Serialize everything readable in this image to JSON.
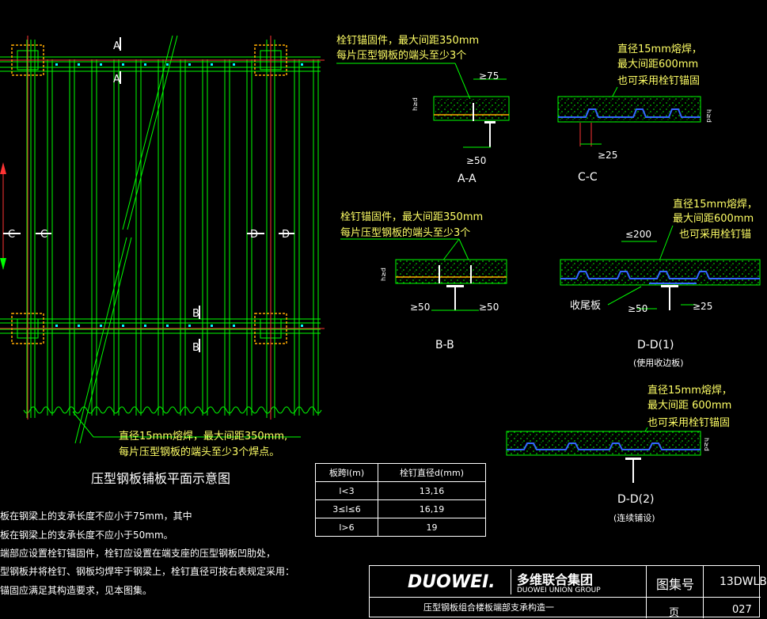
{
  "plan": {
    "title": "压型钢板铺板平面示意图",
    "section_marks": [
      "A",
      "A",
      "B",
      "B",
      "C",
      "C",
      "D",
      "D"
    ],
    "weld_note_1": "直径15mm熔焊，最大间距350mm,",
    "weld_note_2": "每片压型钢板的端头至少3个焊点。"
  },
  "sections": {
    "aa": {
      "title": "A-A",
      "note_1": "栓钉锚固件，最大间距350mm",
      "note_2": "每片压型钢板的端头至少3个",
      "dim_top": "≥75",
      "dim_bottom": "≥50"
    },
    "cc": {
      "title": "C-C",
      "note_1": "直径15mm熔焊，",
      "note_2": "最大间距600mm",
      "note_3": "也可采用栓钉锚固",
      "dim_bottom": "≥25"
    },
    "bb": {
      "title": "B-B",
      "note_1": "栓钉锚固件，最大间距350mm",
      "note_2": "每片压型钢板的端头至少3个",
      "dim_left": "≥50",
      "dim_right": "≥50"
    },
    "dd1": {
      "title": "D-D(1)",
      "subtitle": "(使用收边板)",
      "note_1": "直径15mm熔焊，",
      "note_2": "最大间距600mm",
      "note_3": "也可采用栓钉锚",
      "dim_top": "≤200",
      "label_trim": "收尾板",
      "dim_bottom_left": "≥50",
      "dim_bottom_right": "≥25"
    },
    "dd2": {
      "title": "D-D(2)",
      "subtitle": "(连续铺设)",
      "note_1": "直径15mm熔焊，",
      "note_2": "最大间距 600mm",
      "note_3": "也可采用栓钉锚固"
    }
  },
  "stud_table": {
    "headers": [
      "板跨l(m)",
      "栓钉直径d(mm)"
    ],
    "rows": [
      [
        "l<3",
        "13,16"
      ],
      [
        "3≤l≤6",
        "16,19"
      ],
      [
        "l>6",
        "19"
      ]
    ]
  },
  "notes": [
    "板在钢梁上的支承长度不应小于75mm，其中",
    "板在钢梁上的支承长度不应小于50mm。",
    "端部应设置栓钉锚固件，栓钉应设置在端支座的压型钢板凹肋处，",
    "型钢板并将栓钉、钢板均焊牢于钢梁上，栓钉直径可按右表规定采用：",
    "锚固应满足其构造要求，见本图集。"
  ],
  "title_block": {
    "logo_text": "DUOWEI.",
    "company_cn": "多维联合集团",
    "company_en": "DUOWEI UNION GROUP",
    "drawing_title": "压型钢板组合楼板端部支承构造一",
    "atlas_label": "图集号",
    "atlas_no": "13DWLB",
    "page_label": "页",
    "page_no": "027"
  },
  "colors": {
    "beam": "#ffaa00",
    "deck": "#00ff00",
    "dim": "#00ff00",
    "concrete": "#00ff00",
    "axis": "#ff3333",
    "deck_profile": "#0000ff",
    "background": "#000000"
  }
}
